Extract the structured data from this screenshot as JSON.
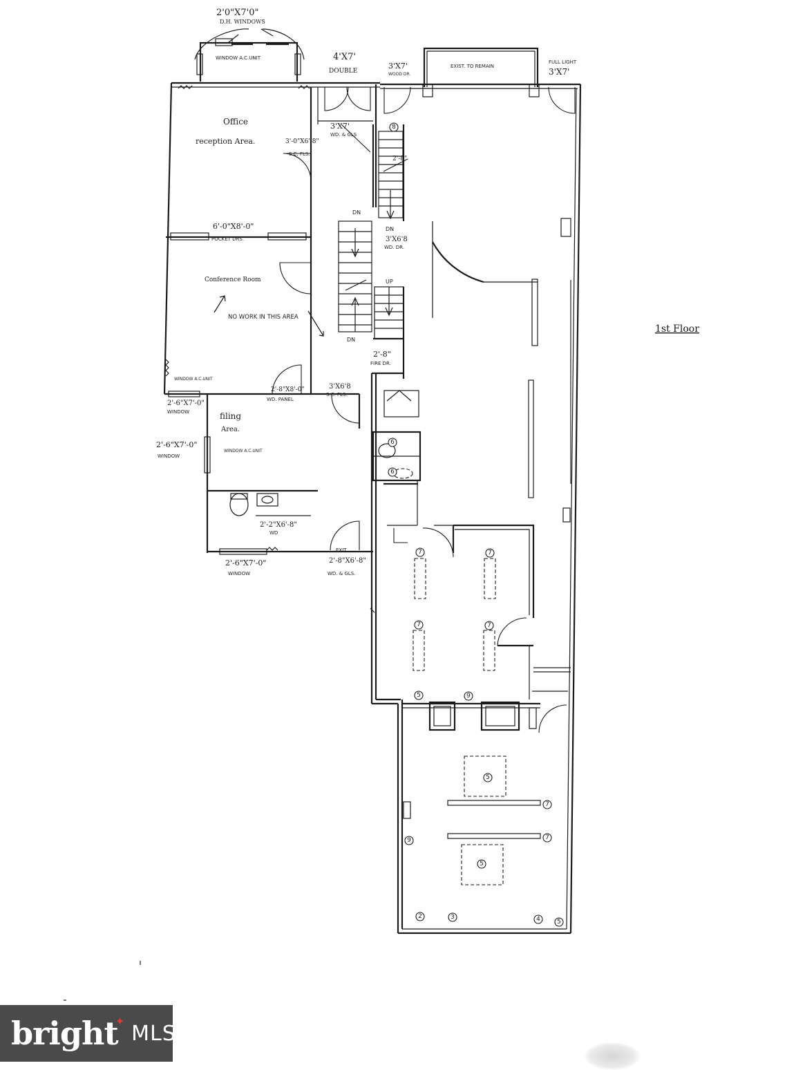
{
  "labels": {
    "dh_windows_size": "2'0\"X7'0\"",
    "dh_windows": "D.H. WINDOWS",
    "window_ac_top": "WINDOW A.C.UNIT",
    "double_door_size": "4'X7'",
    "double_door": "DOUBLE",
    "wood_door_size": "3'X7'",
    "wood_door": "WOOD DR.",
    "exist_remain": "EXIST. TO REMAIN",
    "full_light": "FULL LIGHT",
    "full_light_size": "3'X7'",
    "office": "Office",
    "reception": "reception Area.",
    "wd_gls_size": "3'X7'",
    "wd_gls": "WD. & GLS",
    "sc_door_size": "3'-0\"X6'-8\"",
    "sc_fls": "S.C. FLS.",
    "stair_28": "2'-8\"",
    "dn_1": "DN",
    "wd_dr_size": "3'X6'8",
    "wd_dr": "WD. DR.",
    "pocket_size": "6'-0\"X8'-0\"",
    "pocket": "POCKET DRS.",
    "dn_top": "DN",
    "up": "UP",
    "conference": "Conference Room",
    "no_work": "NO WORK IN THIS AREA",
    "dn_2": "DN",
    "fire_size": "2'-8\"",
    "fire_dr": "FIRE DR.",
    "floor": "1st Floor",
    "window_ac_left": "WINDOW A.C.UNIT",
    "window_2670_a": "2'-6\"X7'-0\"",
    "window_a": "WINDOW",
    "wd_panel_size": "2'-8\"X8'-0\"",
    "wd_panel": "WD. PANEL",
    "sc_door2_size": "3'X6'8",
    "sc_fls2": "S.C. FLS.",
    "filing": "filing",
    "area": "Area.",
    "window_2670_b": "2'-6\"X7'-0\"",
    "window_b": "WINDOW",
    "window_ac_filing": "WINDOW A.C.UNIT",
    "wd_228_size": "2'-2\"X6'-8\"",
    "wd_228": "WD",
    "exit": "EXIT",
    "window_2670_c": "2'-6\"X7'-0\"",
    "window_c": "WINDOW",
    "exit_door_size": "2'-8\"X6'-8\"",
    "exit_door": "WD. & GLS."
  },
  "fixture_tags": {
    "t8": "8",
    "t6a": "6",
    "t6b": "6",
    "t7a": "7",
    "t7b": "7",
    "t7c": "7",
    "t7d": "7",
    "t5a": "5",
    "t9a": "9",
    "t5b": "5",
    "t5c": "5",
    "t7e": "7",
    "t7f": "7",
    "t9b": "9",
    "t2": "2",
    "t3": "3",
    "t4": "4",
    "t5d": "5"
  },
  "brand": {
    "name": "bright",
    "suffix": "MLS",
    "accent_color": "#e23b2e",
    "bg_color": "#4a4a4a"
  }
}
